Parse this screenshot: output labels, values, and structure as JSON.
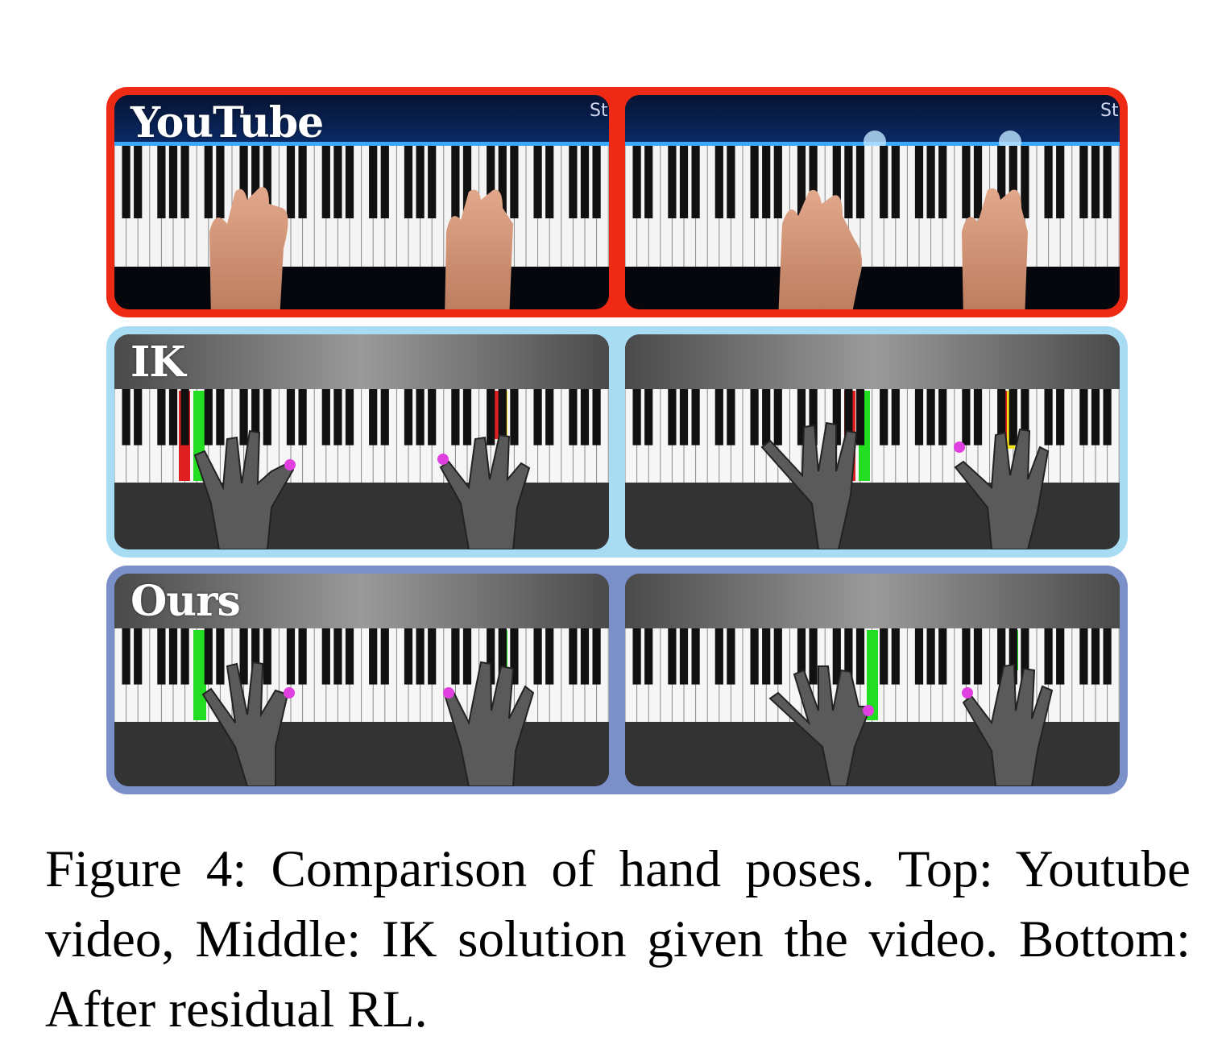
{
  "figure": {
    "rows": [
      {
        "id": "youtube",
        "label": "YouTube",
        "border_color": "#ee2a14",
        "style": "video"
      },
      {
        "id": "ik",
        "label": "IK",
        "border_color": "#a8dcf2",
        "style": "sim"
      },
      {
        "id": "ours",
        "label": "Ours",
        "border_color": "#7b8fc9",
        "style": "sim"
      }
    ],
    "caption": "Figure 4: Comparison of hand poses. Top: Youtube video, Middle: IK solution given the video. Bottom: After residual RL."
  },
  "colors": {
    "key_green": "#22dd22",
    "key_red": "#e02020",
    "key_yellow": "#f2e21a",
    "fingertip_magenta": "#e040e0"
  }
}
